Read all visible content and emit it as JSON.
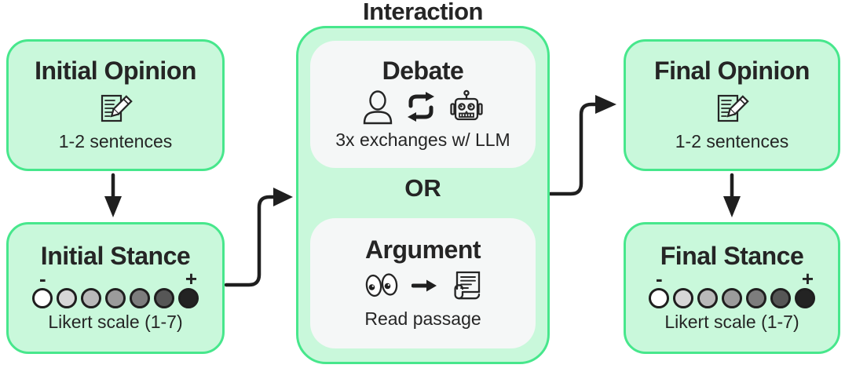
{
  "colors": {
    "background": "#ffffff",
    "box_fill": "#c9f8db",
    "box_border": "#47e78c",
    "inner_box_fill": "#f5f7f7",
    "text": "#252525",
    "arrow": "#1f1f1f"
  },
  "boxes": {
    "initial_opinion": {
      "title": "Initial Opinion",
      "icon": "memo-pencil-icon",
      "subtext": "1-2 sentences"
    },
    "initial_stance": {
      "title": "Initial Stance",
      "subtext": "Likert scale (1-7)"
    },
    "final_opinion": {
      "title": "Final Opinion",
      "icon": "memo-pencil-icon",
      "subtext": "1-2 sentences"
    },
    "final_stance": {
      "title": "Final Stance",
      "subtext": "Likert scale (1-7)"
    }
  },
  "interaction": {
    "label": "Interaction",
    "or_label": "OR",
    "debate": {
      "title": "Debate",
      "icons": [
        "person-icon",
        "swap-icon",
        "robot-icon"
      ],
      "subtext": "3x exchanges w/ LLM"
    },
    "argument": {
      "title": "Argument",
      "icons": [
        "eyes-icon",
        "right-arrow-icon",
        "scroll-icon"
      ],
      "subtext": "Read passage"
    }
  },
  "likert_scale": {
    "minus_label": "-",
    "plus_label": "+",
    "dot_border": "#1f1f1f",
    "colors": [
      "#ffffff",
      "#d7d7d7",
      "#b9b9b9",
      "#9b9b9b",
      "#7d7d7d",
      "#565656",
      "#232323"
    ]
  },
  "arrows": [
    "initial-opinion-to-initial-stance",
    "initial-stance-to-interaction",
    "interaction-to-final-opinion",
    "final-opinion-to-final-stance"
  ]
}
